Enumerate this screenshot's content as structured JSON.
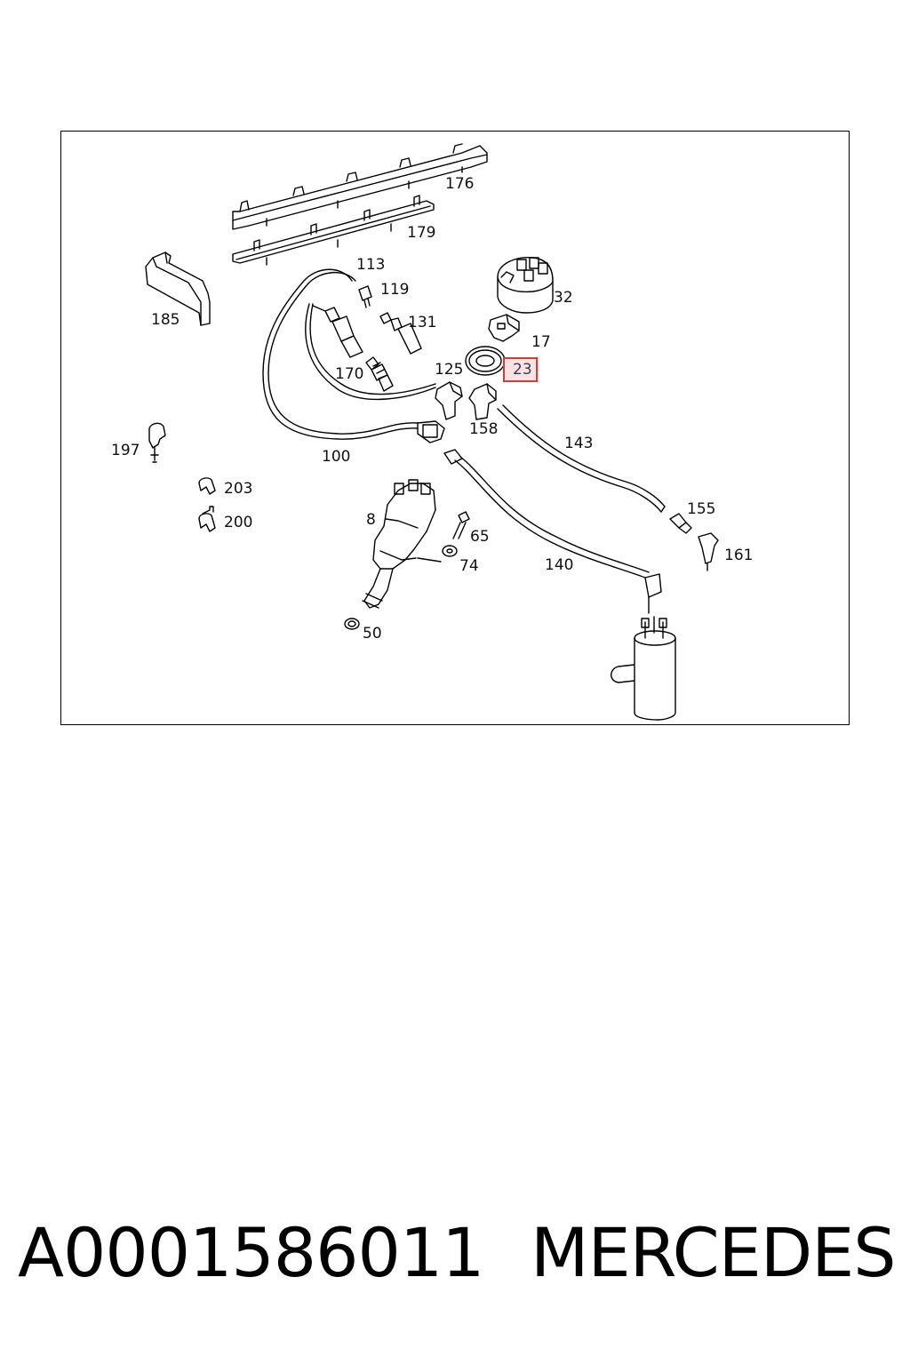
{
  "diagram": {
    "callouts": {
      "p176": "176",
      "p179": "179",
      "p185": "185",
      "p113": "113",
      "p119": "119",
      "p131": "131",
      "p170": "170",
      "p125": "125",
      "p32": "32",
      "p17": "17",
      "p23": "23",
      "p158": "158",
      "p143": "143",
      "p197": "197",
      "p100": "100",
      "p203": "203",
      "p200": "200",
      "p8": "8",
      "p65": "65",
      "p74": "74",
      "p140": "140",
      "p155": "155",
      "p161": "161",
      "p50": "50"
    },
    "highlighted_callout": "23",
    "highlight_color": "#d43b3b",
    "highlight_fill": "#fbe3e3"
  },
  "footer": {
    "part_number": "A0001586011",
    "brand": "MERCEDES"
  }
}
